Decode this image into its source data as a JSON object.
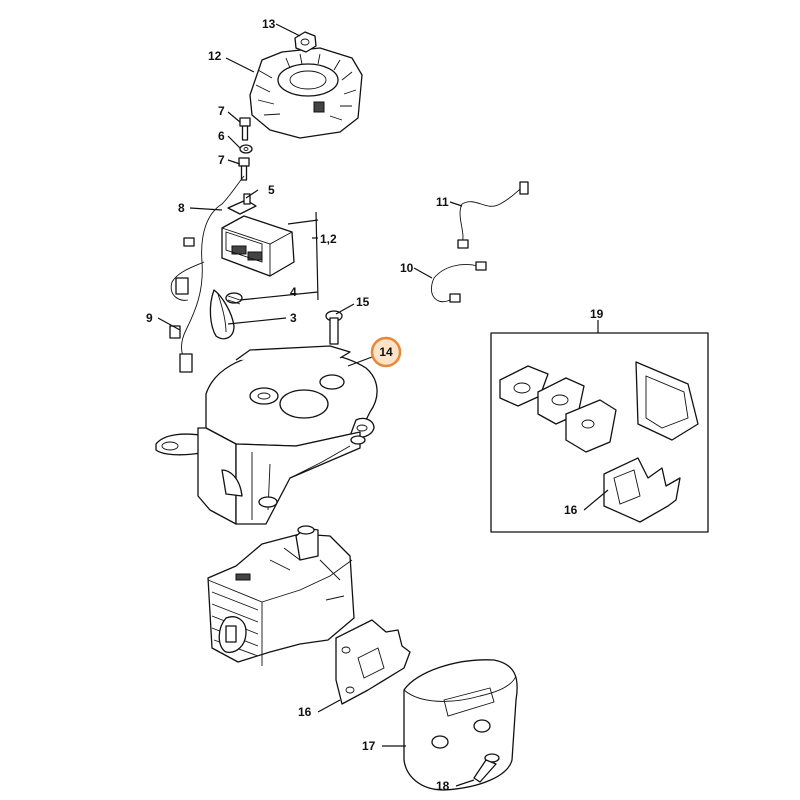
{
  "labels": {
    "p13": "13",
    "p12": "12",
    "p7a": "7",
    "p6": "6",
    "p7b": "7",
    "p5": "5",
    "p8": "8",
    "p12b": "1,2",
    "p4": "4",
    "p3": "3",
    "p9": "9",
    "p15": "15",
    "p14": "14",
    "p11": "11",
    "p10": "10",
    "p19": "19",
    "p16a": "16",
    "p16b": "16",
    "p17": "17",
    "p18": "18"
  },
  "highlight": {
    "part": "14",
    "color": "#e8873a",
    "fill": "#fde3c8"
  }
}
